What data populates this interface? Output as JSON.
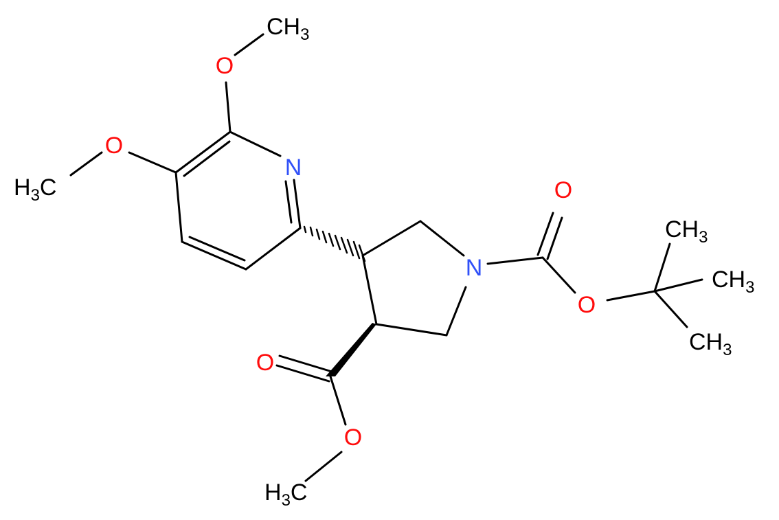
{
  "colors": {
    "bond": "#000000",
    "oxygen": "#ff0d0d",
    "nitrogen": "#3050f8",
    "carbon": "#000000"
  },
  "atoms": {
    "n_pyridine": "N",
    "n_pyrrolidine": "N",
    "o_methoxy_top": "O",
    "o_methoxy_left": "O",
    "o_boc_carbonyl": "O",
    "o_boc_ester": "O",
    "o_ester_carbonyl": "O",
    "o_ester_methoxy": "O",
    "ch3_top": {
      "main": "CH",
      "sub": "3"
    },
    "ch3_left": {
      "main": "H",
      "sub": "3",
      "tail": "C"
    },
    "ch3_tbu_1": {
      "main": "CH",
      "sub": "3"
    },
    "ch3_tbu_2": {
      "main": "CH",
      "sub": "3"
    },
    "ch3_tbu_3": {
      "main": "CH",
      "sub": "3"
    },
    "ch3_ester": {
      "main": "H",
      "sub": "3",
      "tail": "C"
    }
  }
}
